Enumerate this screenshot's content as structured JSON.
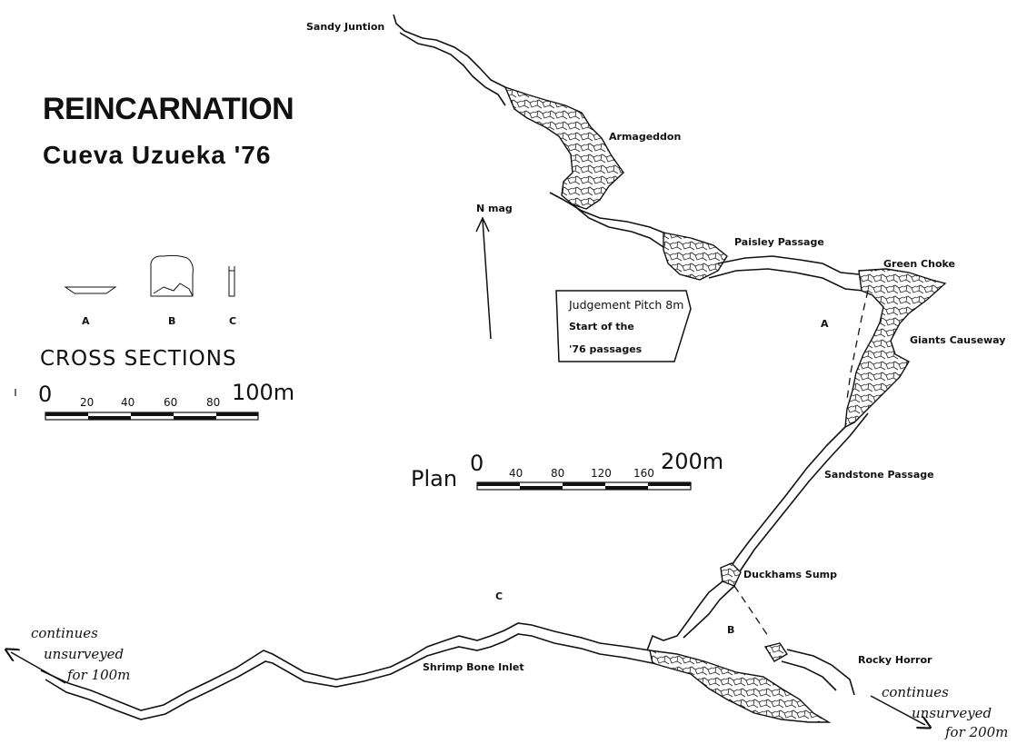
{
  "title": {
    "line1": "REINCARNATION",
    "line2": "Cueva Uzueka '76"
  },
  "cross_sections": {
    "heading": "CROSS SECTIONS",
    "labels": [
      "A",
      "B",
      "C"
    ],
    "scale": {
      "ticks": [
        "0",
        "20",
        "40",
        "60",
        "80",
        "100m"
      ]
    }
  },
  "plan_scale": {
    "label": "Plan",
    "ticks": [
      "0",
      "40",
      "80",
      "120",
      "160",
      "200m"
    ]
  },
  "north": {
    "label": "N mag"
  },
  "locations": {
    "sandy": "Sandy Juntion",
    "armageddon": "Armageddon",
    "paisley": "Paisley Passage",
    "green_choke": "Green Choke",
    "giants": "Giants Causeway",
    "sandstone": "Sandstone Passage",
    "duckhams": "Duckhams Sump",
    "rocky": "Rocky Horror",
    "shrimp": "Shrimp Bone Inlet"
  },
  "judgement": {
    "line1": "Judgement Pitch 8m",
    "line2": "Start of the",
    "line3": "'76 passages"
  },
  "section_markers": {
    "a": "A",
    "b": "B",
    "c": "C"
  },
  "continues_left": {
    "line1": "continues",
    "line2": "unsurveyed",
    "line3": "for 100m"
  },
  "continues_right": {
    "line1": "continues",
    "line2": "unsurveyed",
    "line3": "for 200m"
  }
}
